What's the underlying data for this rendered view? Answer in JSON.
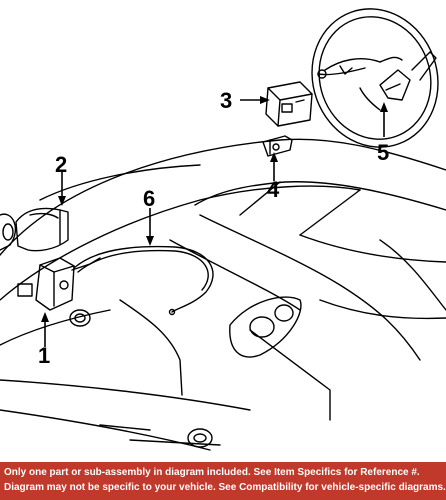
{
  "diagram": {
    "callouts": [
      {
        "id": "1",
        "label": "1"
      },
      {
        "id": "2",
        "label": "2"
      },
      {
        "id": "3",
        "label": "3"
      },
      {
        "id": "4",
        "label": "4"
      },
      {
        "id": "5",
        "label": "5"
      },
      {
        "id": "6",
        "label": "6"
      }
    ]
  },
  "disclaimer": {
    "line1": "Only one part or sub-assembly in diagram included. See Item Specifics for Reference #.",
    "line2": "Diagram may not be specific to your vehicle. See Compatibility for vehicle-specific diagrams.",
    "background": "#c0392b",
    "text_color": "#ffffff"
  }
}
